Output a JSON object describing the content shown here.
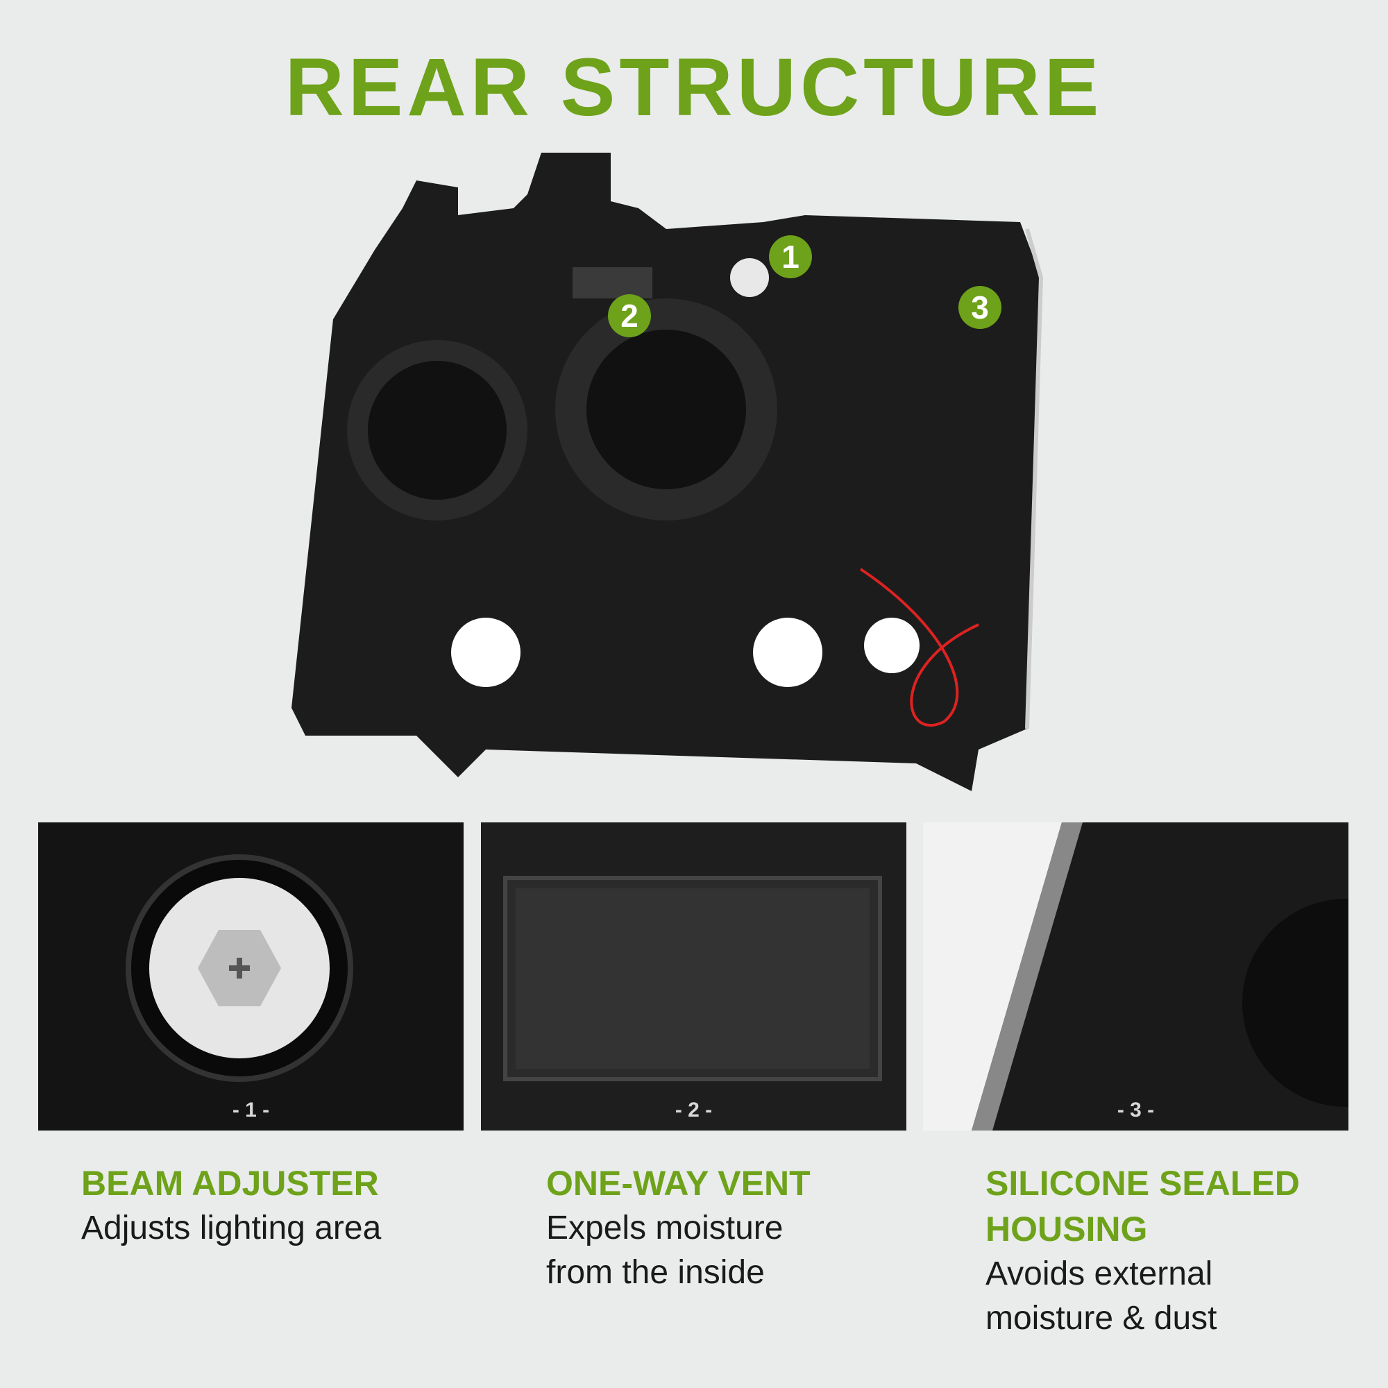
{
  "title": "REAR STRUCTURE",
  "colors": {
    "accent": "#6ea21a",
    "background": "#e9ecea"
  },
  "markers": [
    "1",
    "2",
    "3"
  ],
  "panels": [
    {
      "number": "- 1 -",
      "heading": "BEAM ADJUSTER",
      "description": "Adjusts lighting area"
    },
    {
      "number": "- 2 -",
      "heading": "ONE-WAY VENT",
      "description": "Expels moisture from the inside"
    },
    {
      "number": "- 3 -",
      "heading": "SILICONE SEALED HOUSING",
      "description": "Avoids external moisture & dust"
    }
  ]
}
